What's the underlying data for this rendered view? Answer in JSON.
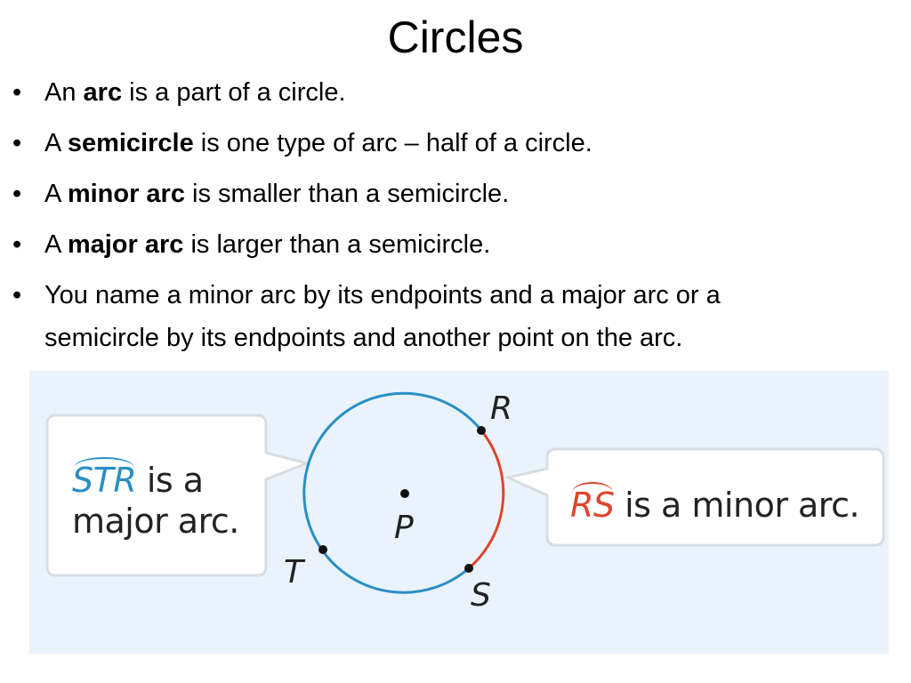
{
  "slide": {
    "title": "Circles",
    "bullets": [
      {
        "pre": "An ",
        "bold": "arc",
        "post": " is a part of a circle."
      },
      {
        "pre": "A ",
        "bold": "semicircle",
        "post": " is one type of arc – half of a circle."
      },
      {
        "pre": "A ",
        "bold": "minor arc",
        "post": " is smaller than a semicircle."
      },
      {
        "pre": "A ",
        "bold": "major arc",
        "post": " is larger than a semicircle."
      },
      {
        "line1": "You name a minor arc by its endpoints and a major arc or a",
        "line2": "semicircle by its endpoints and another point on the arc."
      }
    ],
    "bullet_glyph": "•"
  },
  "figure": {
    "points": {
      "r": "R",
      "s": "S",
      "t": "T",
      "p": "P"
    },
    "left_callout": {
      "arc_name": "STR",
      "rest_line1": " is a",
      "line2": "major arc."
    },
    "right_callout": {
      "arc_name": "RS",
      "rest": " is a minor arc."
    },
    "colors": {
      "major": "#2a8fc4",
      "minor": "#e0452c",
      "background": "#eaf3fb"
    }
  }
}
